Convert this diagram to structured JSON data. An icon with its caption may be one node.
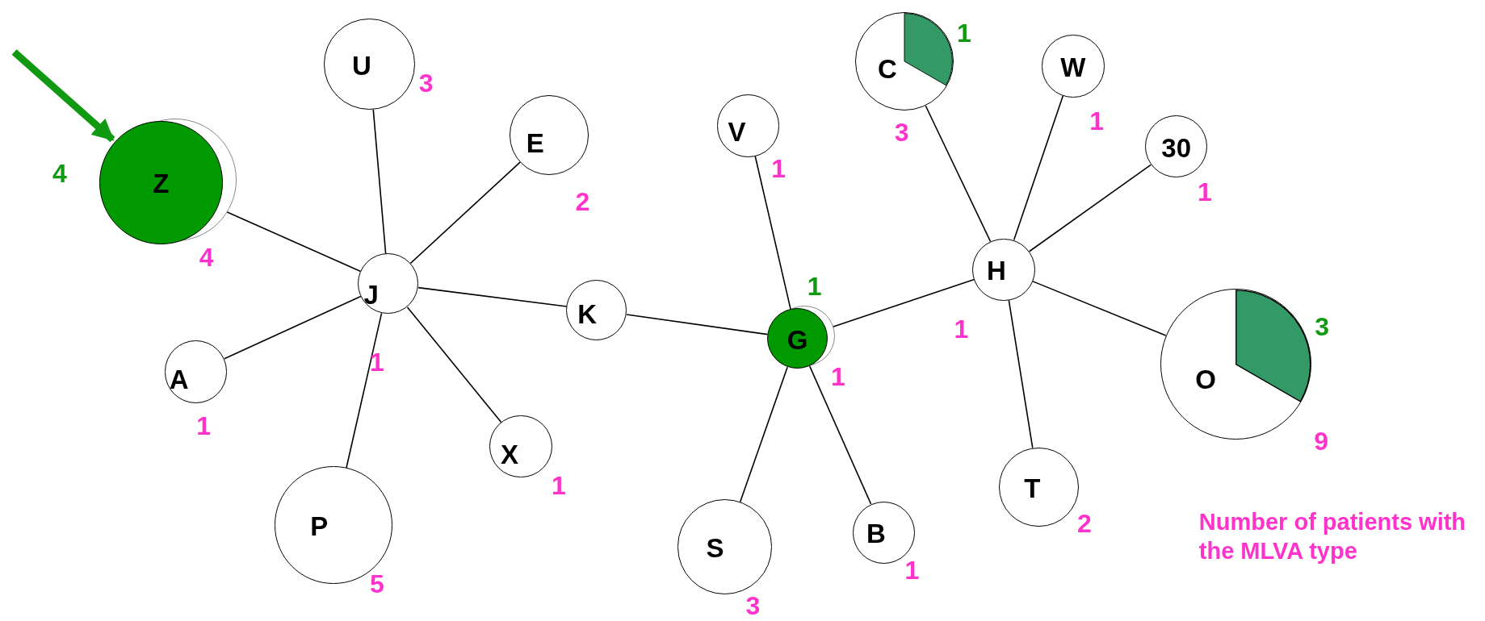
{
  "diagram": {
    "nodes": [
      {
        "text": [
          "Z"
        ],
        "beside": [
          "4",
          "4"
        ]
      },
      {
        "text": [
          "U"
        ],
        "beside": [
          "3"
        ]
      },
      {
        "text": [
          "E"
        ],
        "beside": [
          "2"
        ]
      },
      {
        "text": [
          "J"
        ],
        "beside": [
          "1"
        ]
      },
      {
        "text": [
          "A"
        ],
        "beside": [
          "1"
        ]
      },
      {
        "text": [
          "K"
        ]
      },
      {
        "text": [
          "X"
        ],
        "beside": [
          "1"
        ]
      },
      {
        "text": [
          "P"
        ],
        "beside": [
          "5"
        ]
      },
      {
        "text": [
          "V"
        ],
        "beside": [
          "1"
        ]
      },
      {
        "text": [
          "G"
        ],
        "beside": [
          "1",
          "1"
        ]
      },
      {
        "text": [
          "S"
        ],
        "beside": [
          "3"
        ]
      },
      {
        "text": [
          "B"
        ],
        "beside": [
          "1"
        ]
      },
      {
        "text": [
          "C"
        ],
        "beside": [
          "3",
          "1"
        ]
      },
      {
        "text": [
          "W"
        ],
        "beside": [
          "1"
        ]
      },
      {
        "text": [
          "30"
        ],
        "beside": [
          "1"
        ]
      },
      {
        "text": [
          "H"
        ],
        "beside": [
          "1"
        ]
      },
      {
        "text": [
          "T"
        ],
        "beside": [
          "2"
        ]
      },
      {
        "text": [
          "O"
        ],
        "beside": [
          "9",
          "3"
        ]
      }
    ],
    "edges": [
      {
        "from": null,
        "to": 0,
        "arrow": "to",
        "style": "thick",
        "color": "#119911"
      },
      {
        "from": 0,
        "to": 3,
        "arrow": "none"
      },
      {
        "from": 1,
        "to": 3,
        "arrow": "none"
      },
      {
        "from": 2,
        "to": 3,
        "arrow": "none"
      },
      {
        "from": 4,
        "to": 3,
        "arrow": "none"
      },
      {
        "from": 3,
        "to": 5,
        "arrow": "none"
      },
      {
        "from": 3,
        "to": 6,
        "arrow": "none"
      },
      {
        "from": 3,
        "to": 7,
        "arrow": "none"
      },
      {
        "from": 5,
        "to": 9,
        "arrow": "none"
      },
      {
        "from": 8,
        "to": 9,
        "arrow": "none"
      },
      {
        "from": 10,
        "to": 9,
        "arrow": "none"
      },
      {
        "from": 11,
        "to": 9,
        "arrow": "none"
      },
      {
        "from": 9,
        "to": 15,
        "arrow": "none"
      },
      {
        "from": 12,
        "to": 15,
        "arrow": "none"
      },
      {
        "from": 13,
        "to": 15,
        "arrow": "none"
      },
      {
        "from": 14,
        "to": 15,
        "arrow": "none"
      },
      {
        "from": 15,
        "to": 17,
        "arrow": "none"
      },
      {
        "from": 15,
        "to": 16,
        "arrow": "none"
      }
    ],
    "labels": [
      "Number of patients with the MLVA type"
    ]
  }
}
